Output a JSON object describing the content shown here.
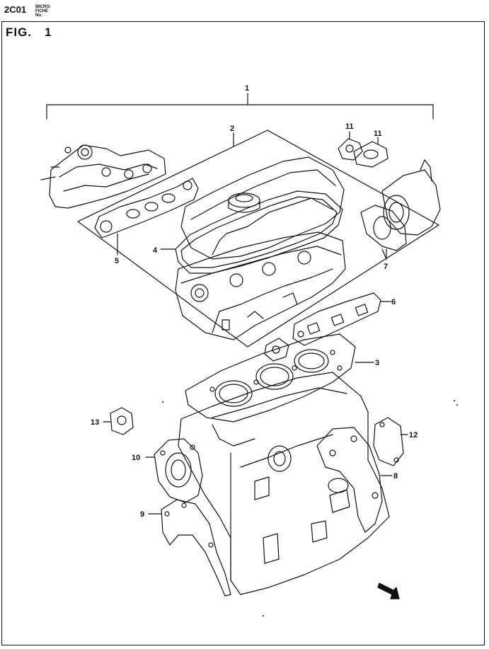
{
  "header": {
    "page_code": "2C01",
    "micro_line1": "MICRO-",
    "micro_line2": "FICHE No."
  },
  "figure": {
    "label": "FIG.",
    "number": "1"
  },
  "callouts": [
    {
      "id": "1",
      "text": "1"
    },
    {
      "id": "2",
      "text": "2"
    },
    {
      "id": "3",
      "text": "3"
    },
    {
      "id": "4",
      "text": "4"
    },
    {
      "id": "5",
      "text": "5"
    },
    {
      "id": "6",
      "text": "6"
    },
    {
      "id": "7",
      "text": "7"
    },
    {
      "id": "8",
      "text": "8"
    },
    {
      "id": "9",
      "text": "9"
    },
    {
      "id": "10",
      "text": "10"
    },
    {
      "id": "11a",
      "text": "11"
    },
    {
      "id": "11b",
      "text": "11"
    },
    {
      "id": "12",
      "text": "12"
    },
    {
      "id": "13",
      "text": "13"
    }
  ],
  "colors": {
    "ink": "#111111",
    "paper": "#ffffff"
  }
}
